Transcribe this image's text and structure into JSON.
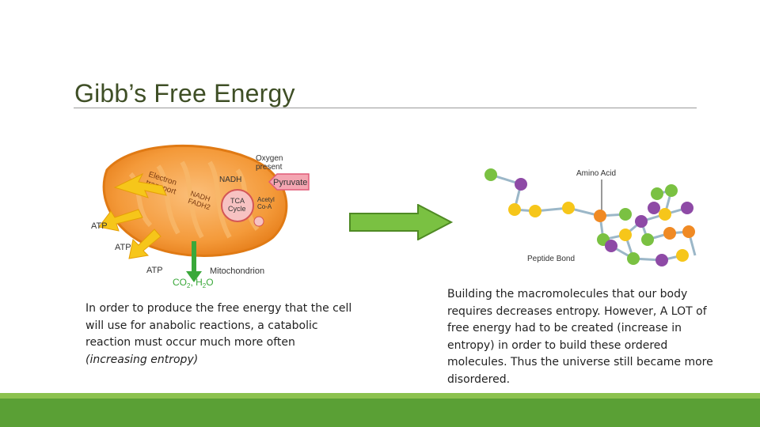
{
  "slide": {
    "title": "Gibb’s Free Energy"
  },
  "left_figure": {
    "labels": {
      "oxygen_present": "Oxygen\npresent",
      "pyruvate": "Pyruvate",
      "nadh_top": "NADH",
      "electron_transport": "Electron\ntransport",
      "nadh_fadh": "NADH\nFADH2",
      "tca_cycle": "TCA\nCycle",
      "acetyl_coa": "Acetyl\nCo-A",
      "atp": [
        "ATP",
        "ATP",
        "ATP"
      ],
      "mitochondrion": "Mitochondrion",
      "co2_h2o": "CO2, H2O"
    }
  },
  "right_figure": {
    "labels": {
      "amino_acid": "Amino Acid",
      "peptide_bond": "Peptide Bond"
    }
  },
  "left_text": {
    "main": "In order to produce the free energy that the cell will use for anabolic reactions, a catabolic reaction must occur much more often",
    "emphasis": "(increasing entropy)"
  },
  "right_text": {
    "main": "Building the macromolecules that our body requires decreases entropy. However, A LOT of free energy had to be created (increase in entropy) in order to build these ordered molecules. Thus the universe still became more disordered."
  },
  "colors": {
    "title": "#3f4f26",
    "arrow_fill": "#7ac142",
    "bar_dark": "#5aa035",
    "bar_light": "#8cc24f",
    "mito_orange": "#f08a24",
    "arrow_yellow": "#f6c61a",
    "pyruvate_pink": "#f4a6b2",
    "co2_green": "#3aa83a"
  }
}
